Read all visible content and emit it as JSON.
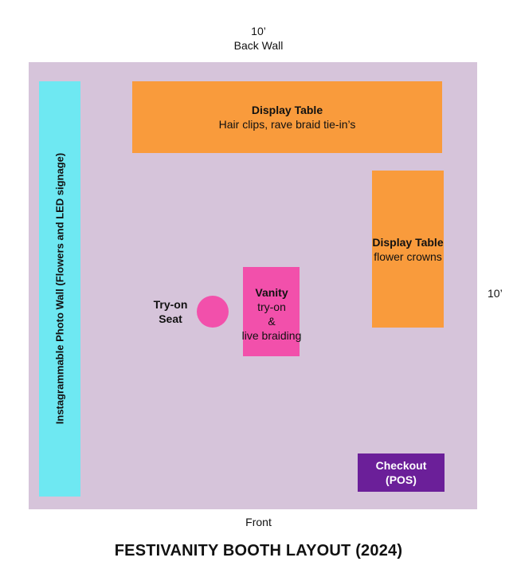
{
  "dimensions": {
    "top_size": "10’",
    "top_label": "Back Wall",
    "right_size": "10’",
    "bottom_label": "Front"
  },
  "title": "FESTIVANITY BOOTH LAYOUT (2024)",
  "photo_wall": {
    "label": "Instagrammable Photo Wall (Flowers and LED signage)",
    "color": "#6ee8f2"
  },
  "display_table_top": {
    "title": "Display Table",
    "subtitle": "Hair clips, rave braid tie-in’s",
    "color": "#f99b3c"
  },
  "display_table_right": {
    "title": "Display Table",
    "subtitle": "flower crowns",
    "color": "#f99b3c"
  },
  "vanity": {
    "title": "Vanity",
    "line1": "try-on",
    "line2": "&",
    "line3": "live braiding",
    "color": "#f250ab"
  },
  "seat": {
    "line1": "Try-on",
    "line2": "Seat",
    "color": "#f250ab"
  },
  "checkout": {
    "line1": "Checkout",
    "line2": "(POS)",
    "color": "#6b1f99"
  },
  "floor": {
    "color": "#d6c4da"
  }
}
